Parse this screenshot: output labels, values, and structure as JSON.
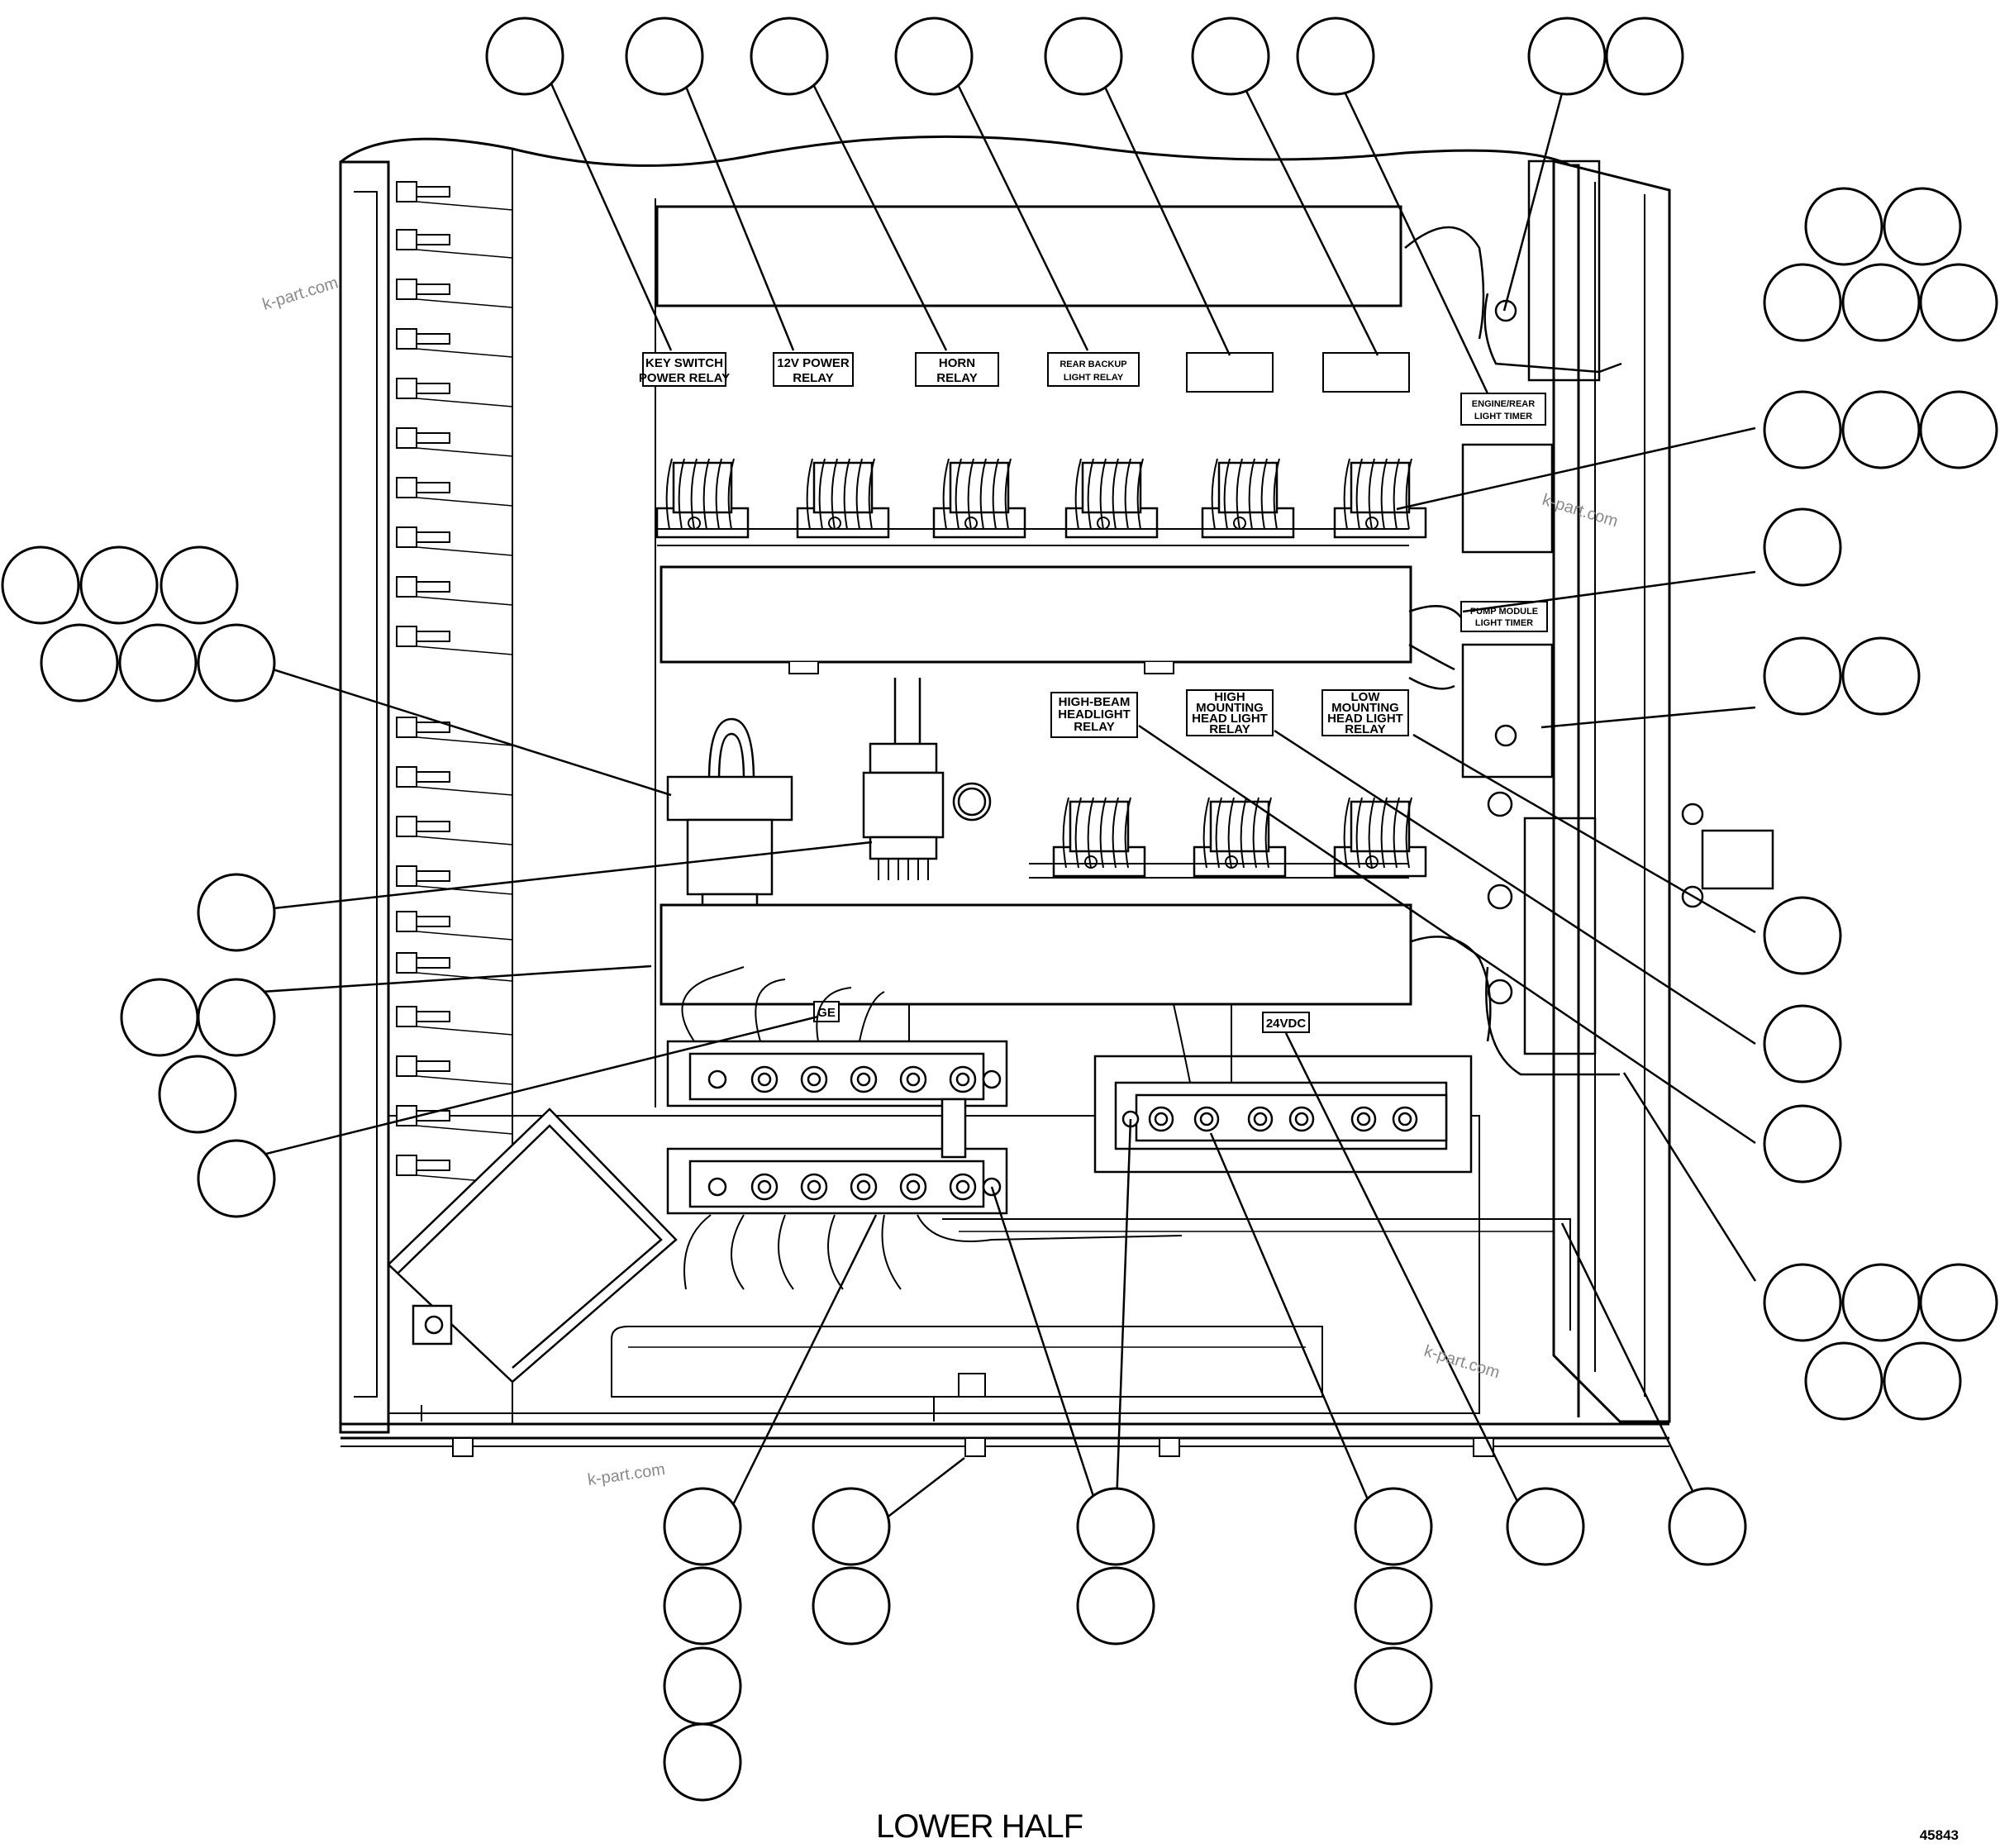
{
  "caption": "LOWER HALF",
  "figure_number": "45843",
  "watermark": "k-part.com",
  "relay_labels": {
    "key_switch": [
      "KEY SWITCH",
      "POWER RELAY"
    ],
    "power_12v": [
      "12V POWER",
      "RELAY"
    ],
    "horn": [
      "HORN",
      "RELAY"
    ],
    "rear_backup": [
      "REAR BACKUP",
      "LIGHT RELAY"
    ],
    "engine_light_timer": [
      "ENGINE/REAR",
      "LIGHT TIMER"
    ],
    "pump_module": [
      "PUMP MODULE",
      "LIGHT TIMER"
    ],
    "high_beam": [
      "HIGH-BEAM",
      "HEADLIGHT",
      "RELAY"
    ],
    "high_mounting": [
      "HIGH",
      "MOUNTING",
      "HEAD LIGHT",
      "RELAY"
    ],
    "low_mounting": [
      "LOW",
      "MOUNTING",
      "HEAD LIGHT",
      "RELAY"
    ]
  },
  "terminal_labels": {
    "ground": "GE",
    "voltage": "24VDC"
  }
}
